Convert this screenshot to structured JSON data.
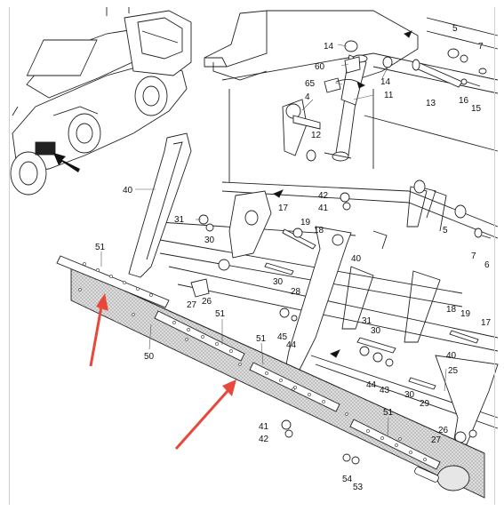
{
  "diagram": {
    "labels": [
      {
        "id": "l5a",
        "text": "5"
      },
      {
        "id": "l7a",
        "text": "7"
      },
      {
        "id": "l14a",
        "text": "14"
      },
      {
        "id": "l14b",
        "text": "14"
      },
      {
        "id": "l60",
        "text": "60"
      },
      {
        "id": "l65",
        "text": "65"
      },
      {
        "id": "l11",
        "text": "11"
      },
      {
        "id": "l4",
        "text": "4"
      },
      {
        "id": "l13",
        "text": "13"
      },
      {
        "id": "l16",
        "text": "16"
      },
      {
        "id": "l15",
        "text": "15"
      },
      {
        "id": "l12",
        "text": "12"
      },
      {
        "id": "l40a",
        "text": "40"
      },
      {
        "id": "l42a",
        "text": "42"
      },
      {
        "id": "l41a",
        "text": "41"
      },
      {
        "id": "l17a",
        "text": "17"
      },
      {
        "id": "l31a",
        "text": "31"
      },
      {
        "id": "l19a",
        "text": "19"
      },
      {
        "id": "l18a",
        "text": "18"
      },
      {
        "id": "l5b",
        "text": "5"
      },
      {
        "id": "l30a",
        "text": "30"
      },
      {
        "id": "l51a",
        "text": "51"
      },
      {
        "id": "l40b",
        "text": "40"
      },
      {
        "id": "l7b",
        "text": "7"
      },
      {
        "id": "l6",
        "text": "6"
      },
      {
        "id": "l30b",
        "text": "30"
      },
      {
        "id": "l28",
        "text": "28"
      },
      {
        "id": "l27a",
        "text": "27"
      },
      {
        "id": "l26a",
        "text": "26"
      },
      {
        "id": "l51b",
        "text": "51"
      },
      {
        "id": "l18b",
        "text": "18"
      },
      {
        "id": "l19b",
        "text": "19"
      },
      {
        "id": "l17b",
        "text": "17"
      },
      {
        "id": "l31b",
        "text": "31"
      },
      {
        "id": "l45",
        "text": "45"
      },
      {
        "id": "l44a",
        "text": "44"
      },
      {
        "id": "l30c",
        "text": "30"
      },
      {
        "id": "l40c",
        "text": "40"
      },
      {
        "id": "l50",
        "text": "50"
      },
      {
        "id": "l51c",
        "text": "51"
      },
      {
        "id": "l25",
        "text": "25"
      },
      {
        "id": "l44b",
        "text": "44"
      },
      {
        "id": "l43",
        "text": "43"
      },
      {
        "id": "l30d",
        "text": "30"
      },
      {
        "id": "l29",
        "text": "29"
      },
      {
        "id": "l51d",
        "text": "51"
      },
      {
        "id": "l41b",
        "text": "41"
      },
      {
        "id": "l42b",
        "text": "42"
      },
      {
        "id": "l26b",
        "text": "26"
      },
      {
        "id": "l27b",
        "text": "27"
      },
      {
        "id": "l54",
        "text": "54"
      },
      {
        "id": "l53",
        "text": "53"
      }
    ],
    "colors": {
      "arrow_red": "#e8483c",
      "line": "#222222",
      "blade_fill": "#d9d9d9"
    }
  }
}
